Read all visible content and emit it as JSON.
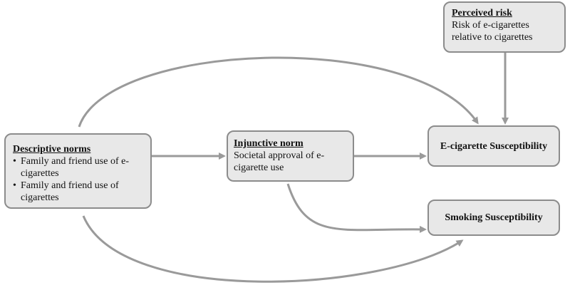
{
  "diagram": {
    "nodes": {
      "descriptive": {
        "title": "Descriptive norms",
        "bullet_symbol": "•",
        "items": [
          {
            "line1": "Family and friend  use of e-",
            "line2": "cigarettes"
          },
          {
            "line1": "Family and friend  use of",
            "line2": "cigarettes"
          }
        ]
      },
      "injunctive": {
        "title": "Injunctive norm",
        "line1": "Societal approval of e-",
        "line2": "cigarette use"
      },
      "perceived": {
        "title": "Perceived risk",
        "line1": "Risk of e-cigarettes",
        "line2": "relative to cigarettes"
      },
      "ecig": {
        "label": "E-cigarette Susceptibility"
      },
      "smoking": {
        "label": "Smoking Susceptibility"
      }
    },
    "edges": [
      {
        "from": "descriptive",
        "to": "injunctive"
      },
      {
        "from": "injunctive",
        "to": "ecig"
      },
      {
        "from": "perceived",
        "to": "ecig"
      },
      {
        "from": "descriptive",
        "to": "ecig"
      },
      {
        "from": "injunctive",
        "to": "smoking"
      },
      {
        "from": "descriptive",
        "to": "smoking"
      }
    ],
    "colors": {
      "box_fill": "#e8e8e8",
      "box_border": "#8c8c8c",
      "arrow": "#9a9a9a",
      "text": "#111111"
    }
  }
}
